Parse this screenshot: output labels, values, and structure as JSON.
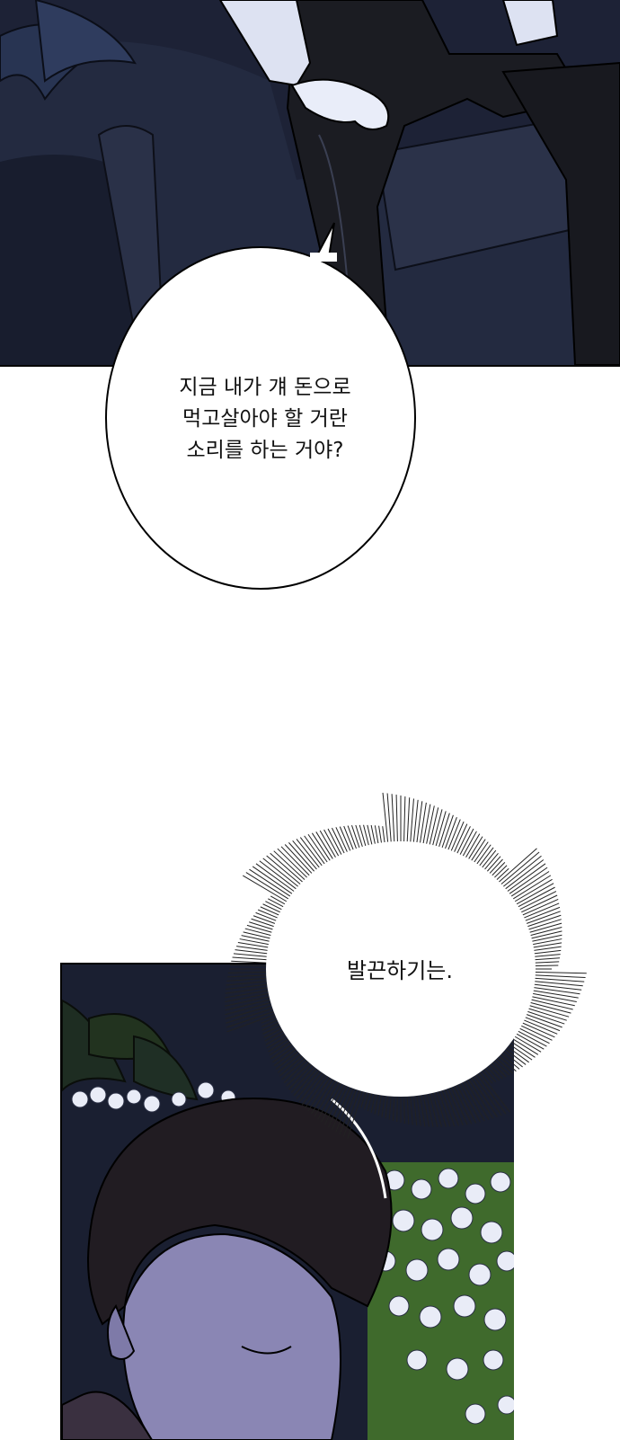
{
  "speech_bubble": {
    "lines": [
      "지금 내가 걔 돈으로",
      "먹고살아야 할 거란",
      "소리를 하는 거야?"
    ]
  },
  "thought_bubble": {
    "text": "발끈하기는."
  },
  "colors": {
    "night_blue": "#1d2236",
    "panel_outline": "#000000",
    "flower_white": "#e9ecf7",
    "leaf_green": "#3f6a2c",
    "hair_dark": "#211c22"
  }
}
